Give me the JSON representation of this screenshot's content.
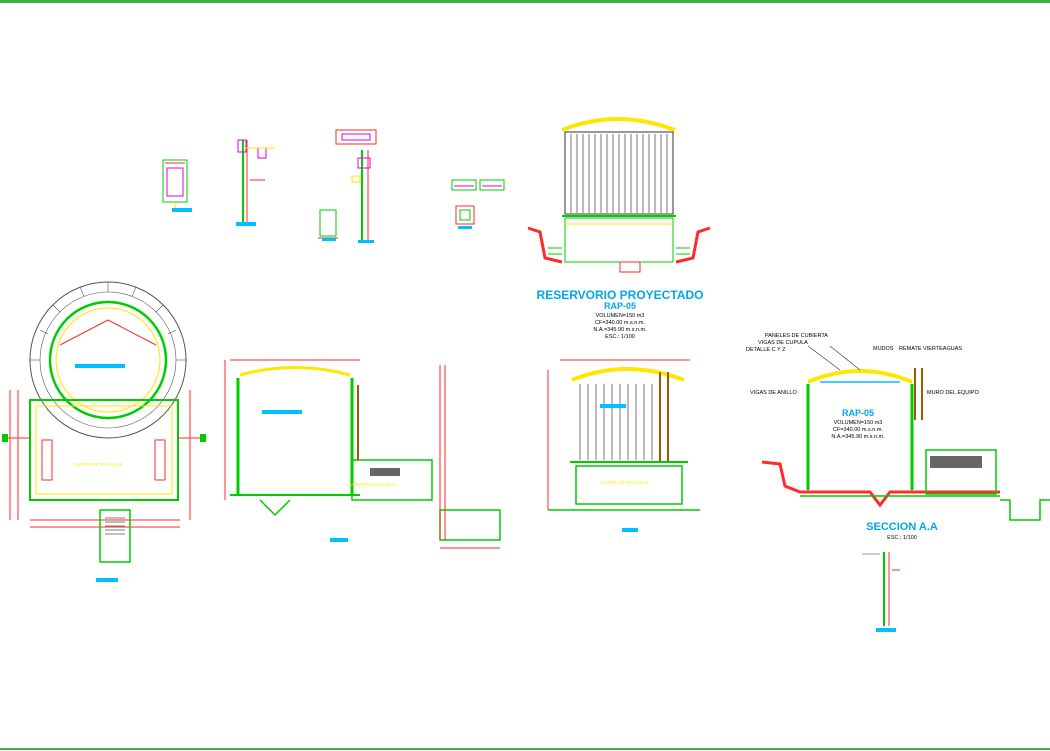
{
  "colors": {
    "frame_green": "#3cb043",
    "wall_green": "#00cc00",
    "dim_red": "#ff2a2a",
    "magenta": "#e000e0",
    "yellow": "#ffe600",
    "cyan": "#00c0ff",
    "title_cyan": "#00a8e8",
    "brown": "#9a5a00"
  },
  "elevation": {
    "title": "RESERVORIO PROYECTADO",
    "code": "RAP-05",
    "volume": "VOLUMEN=150 m3",
    "cf": "CF=340.00 m.s.n.m.",
    "na": "N.A.=345.90 m.s.n.m.",
    "scale": "ESC.: 1/100"
  },
  "section_aa": {
    "label_panels": "PANELES DE CUBIERTA",
    "label_vigas_cupula": "VIGAS DE CUPULA",
    "label_detalle": "DETALLE C Y Z",
    "label_mudos": "MUDOS",
    "label_remate": "REMATE VIERTEAGUAS",
    "label_vigas_anillo": "VIGAS DE ANILLO",
    "label_muro": "MURO DEL EQUIPO",
    "code": "RAP-05",
    "volume": "VOLUMEN=150 m3",
    "cf": "CF=340.00 m.s.n.m.",
    "na": "N.A.=345.90 m.s.n.m.",
    "title": "SECCION A.A",
    "scale": "ESC.: 1/100"
  },
  "plan": {
    "caseta_label": "CASETA DE VALVULAS"
  },
  "section_left": {
    "caseta_label": "CASETA DE VALVULAS"
  },
  "section_mid": {
    "caseta_label": "CASETA DE VALVULAS"
  }
}
